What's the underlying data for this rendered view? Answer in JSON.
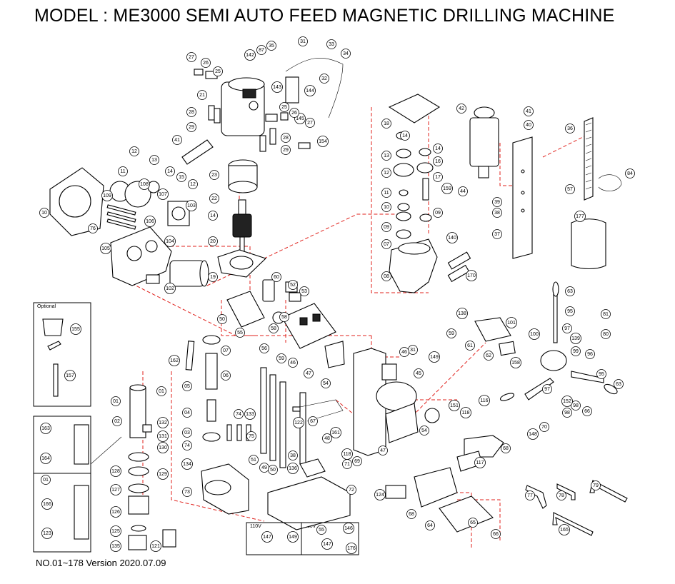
{
  "title": "MODEL : ME3000 SEMI AUTO FEED MAGNETIC DRILLING MACHINE",
  "footer": "NO.01~178  Version 2020.07.09",
  "optional_label": "Optional",
  "voltage_labels": {
    "v110": "110V",
    "v230": "230V"
  },
  "callouts": [
    {
      "id": "c27a",
      "label": "27"
    },
    {
      "id": "c26a",
      "label": "26"
    },
    {
      "id": "c25a",
      "label": "25"
    },
    {
      "id": "c21",
      "label": "21"
    },
    {
      "id": "c28a",
      "label": "28"
    },
    {
      "id": "c29a",
      "label": "29"
    },
    {
      "id": "c41a",
      "label": "41"
    },
    {
      "id": "c142",
      "label": "142"
    },
    {
      "id": "c87",
      "label": "87"
    },
    {
      "id": "c35",
      "label": "35"
    },
    {
      "id": "c31a",
      "label": "31"
    },
    {
      "id": "c33",
      "label": "33"
    },
    {
      "id": "c34",
      "label": "34"
    },
    {
      "id": "c32",
      "label": "32"
    },
    {
      "id": "c143",
      "label": "143"
    },
    {
      "id": "c144",
      "label": "144"
    },
    {
      "id": "c145",
      "label": "145"
    },
    {
      "id": "c25b",
      "label": "25"
    },
    {
      "id": "c26b",
      "label": "26"
    },
    {
      "id": "c27b",
      "label": "27"
    },
    {
      "id": "c28b",
      "label": "28"
    },
    {
      "id": "c29b",
      "label": "29"
    },
    {
      "id": "c154",
      "label": "154"
    },
    {
      "id": "c23",
      "label": "23"
    },
    {
      "id": "c22",
      "label": "22"
    },
    {
      "id": "c14a",
      "label": "14"
    },
    {
      "id": "c20",
      "label": "20"
    },
    {
      "id": "c19",
      "label": "19"
    },
    {
      "id": "c12a",
      "label": "12"
    },
    {
      "id": "c13a",
      "label": "13"
    },
    {
      "id": "c11a",
      "label": "11"
    },
    {
      "id": "c14b",
      "label": "14"
    },
    {
      "id": "c15",
      "label": "15"
    },
    {
      "id": "c12b",
      "label": "12"
    },
    {
      "id": "c109",
      "label": "109"
    },
    {
      "id": "c108",
      "label": "108"
    },
    {
      "id": "c107",
      "label": "107"
    },
    {
      "id": "c10",
      "label": "10"
    },
    {
      "id": "c106",
      "label": "106"
    },
    {
      "id": "c76",
      "label": "76"
    },
    {
      "id": "c105",
      "label": "105"
    },
    {
      "id": "c104",
      "label": "104"
    },
    {
      "id": "c103",
      "label": "103"
    },
    {
      "id": "c102",
      "label": "102"
    },
    {
      "id": "c18",
      "label": "18"
    },
    {
      "id": "c14c",
      "label": "14"
    },
    {
      "id": "c13b",
      "label": "13"
    },
    {
      "id": "c14d",
      "label": "14"
    },
    {
      "id": "c16",
      "label": "16"
    },
    {
      "id": "c12c",
      "label": "12"
    },
    {
      "id": "c17",
      "label": "17"
    },
    {
      "id": "c11b",
      "label": "11"
    },
    {
      "id": "c159",
      "label": "159"
    },
    {
      "id": "c10b",
      "label": "10"
    },
    {
      "id": "c09a",
      "label": "09"
    },
    {
      "id": "c09b",
      "label": "09"
    },
    {
      "id": "c07a",
      "label": "07"
    },
    {
      "id": "c140",
      "label": "140"
    },
    {
      "id": "c08",
      "label": "08"
    },
    {
      "id": "c170",
      "label": "170"
    },
    {
      "id": "c42",
      "label": "42"
    },
    {
      "id": "c41b",
      "label": "41"
    },
    {
      "id": "c40",
      "label": "40"
    },
    {
      "id": "c36",
      "label": "36"
    },
    {
      "id": "c84",
      "label": "84"
    },
    {
      "id": "c44",
      "label": "44"
    },
    {
      "id": "c57",
      "label": "57"
    },
    {
      "id": "c38a",
      "label": "38"
    },
    {
      "id": "c39",
      "label": "39"
    },
    {
      "id": "c37",
      "label": "37"
    },
    {
      "id": "c177",
      "label": "177"
    },
    {
      "id": "c60",
      "label": "60"
    },
    {
      "id": "c52",
      "label": "52"
    },
    {
      "id": "c53",
      "label": "53"
    },
    {
      "id": "c50",
      "label": "50"
    },
    {
      "id": "c55a",
      "label": "55"
    },
    {
      "id": "c58a",
      "label": "58"
    },
    {
      "id": "c58b",
      "label": "58"
    },
    {
      "id": "c56",
      "label": "56"
    },
    {
      "id": "c59",
      "label": "59"
    },
    {
      "id": "c46a",
      "label": "46"
    },
    {
      "id": "c47a",
      "label": "47"
    },
    {
      "id": "c63a",
      "label": "63"
    },
    {
      "id": "c95a",
      "label": "95"
    },
    {
      "id": "c138",
      "label": "138"
    },
    {
      "id": "c101",
      "label": "101"
    },
    {
      "id": "c81",
      "label": "81"
    },
    {
      "id": "c80",
      "label": "80"
    },
    {
      "id": "c97a",
      "label": "97"
    },
    {
      "id": "c139",
      "label": "139"
    },
    {
      "id": "c155",
      "label": "155"
    },
    {
      "id": "c157",
      "label": "157"
    },
    {
      "id": "c162",
      "label": "162"
    },
    {
      "id": "c07b",
      "label": "07"
    },
    {
      "id": "c06",
      "label": "06"
    },
    {
      "id": "c05",
      "label": "05"
    },
    {
      "id": "c31b",
      "label": "31"
    },
    {
      "id": "c149a",
      "label": "149"
    },
    {
      "id": "c45",
      "label": "45"
    },
    {
      "id": "c46b",
      "label": "46"
    },
    {
      "id": "c54a",
      "label": "54"
    },
    {
      "id": "c62",
      "label": "62"
    },
    {
      "id": "c61",
      "label": "61"
    },
    {
      "id": "c59b",
      "label": "59"
    },
    {
      "id": "c100",
      "label": "100"
    },
    {
      "id": "c158",
      "label": "158"
    },
    {
      "id": "c99",
      "label": "99"
    },
    {
      "id": "c96",
      "label": "96"
    },
    {
      "id": "c98a",
      "label": "98"
    },
    {
      "id": "c95b",
      "label": "95"
    },
    {
      "id": "c63b",
      "label": "63"
    },
    {
      "id": "c01a",
      "label": "01"
    },
    {
      "id": "c01b",
      "label": "01"
    },
    {
      "id": "c02",
      "label": "02"
    },
    {
      "id": "c04",
      "label": "04"
    },
    {
      "id": "c03",
      "label": "03"
    },
    {
      "id": "c74a",
      "label": "74"
    },
    {
      "id": "c132",
      "label": "132"
    },
    {
      "id": "c131",
      "label": "131"
    },
    {
      "id": "c130",
      "label": "130"
    },
    {
      "id": "c74b",
      "label": "74"
    },
    {
      "id": "c133",
      "label": "133"
    },
    {
      "id": "c75",
      "label": "75"
    },
    {
      "id": "c134",
      "label": "134"
    },
    {
      "id": "c51",
      "label": "51"
    },
    {
      "id": "c49",
      "label": "49"
    },
    {
      "id": "c50b",
      "label": "50"
    },
    {
      "id": "c122",
      "label": "122"
    },
    {
      "id": "c67",
      "label": "67"
    },
    {
      "id": "c48",
      "label": "48"
    },
    {
      "id": "c161",
      "label": "161"
    },
    {
      "id": "c118a",
      "label": "118"
    },
    {
      "id": "c71",
      "label": "71"
    },
    {
      "id": "c69",
      "label": "69"
    },
    {
      "id": "c47b",
      "label": "47"
    },
    {
      "id": "c54b",
      "label": "54"
    },
    {
      "id": "c118b",
      "label": "118"
    },
    {
      "id": "c151",
      "label": "151"
    },
    {
      "id": "c116",
      "label": "116"
    },
    {
      "id": "c70",
      "label": "70"
    },
    {
      "id": "c148",
      "label": "148"
    },
    {
      "id": "c68a",
      "label": "68"
    },
    {
      "id": "c117",
      "label": "117"
    },
    {
      "id": "c97b",
      "label": "97"
    },
    {
      "id": "c152",
      "label": "152"
    },
    {
      "id": "c98b",
      "label": "98"
    },
    {
      "id": "c66a",
      "label": "66"
    },
    {
      "id": "c163",
      "label": "163"
    },
    {
      "id": "c164",
      "label": "164"
    },
    {
      "id": "c01c",
      "label": "01"
    },
    {
      "id": "c166",
      "label": "166"
    },
    {
      "id": "c123",
      "label": "123"
    },
    {
      "id": "c128",
      "label": "128"
    },
    {
      "id": "c129",
      "label": "129"
    },
    {
      "id": "c127",
      "label": "127"
    },
    {
      "id": "c126",
      "label": "126"
    },
    {
      "id": "c125",
      "label": "125"
    },
    {
      "id": "c135",
      "label": "135"
    },
    {
      "id": "c121",
      "label": "121"
    },
    {
      "id": "c73",
      "label": "73"
    },
    {
      "id": "c38b",
      "label": "38"
    },
    {
      "id": "c136",
      "label": "136"
    },
    {
      "id": "c72",
      "label": "72"
    },
    {
      "id": "c124",
      "label": "124"
    },
    {
      "id": "c68b",
      "label": "68"
    },
    {
      "id": "c64",
      "label": "64"
    },
    {
      "id": "c65",
      "label": "65"
    },
    {
      "id": "c66b",
      "label": "66"
    },
    {
      "id": "c77",
      "label": "77"
    },
    {
      "id": "c78",
      "label": "78"
    },
    {
      "id": "c79",
      "label": "79"
    },
    {
      "id": "c165",
      "label": "165"
    },
    {
      "id": "c147a",
      "label": "147"
    },
    {
      "id": "c149b",
      "label": "149"
    },
    {
      "id": "c55b",
      "label": "55"
    },
    {
      "id": "c146",
      "label": "146"
    },
    {
      "id": "c147b",
      "label": "147"
    },
    {
      "id": "c176",
      "label": "176"
    }
  ]
}
